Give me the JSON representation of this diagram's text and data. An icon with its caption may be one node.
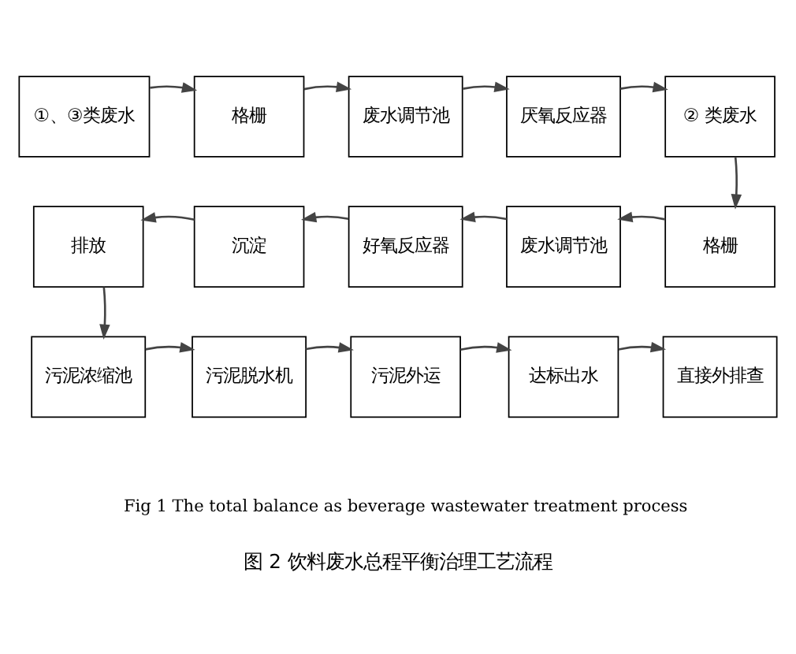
{
  "diagram": {
    "caption": "图 2 饮料废水总程平衡治理工艺流程",
    "nodes": [
      {
        "text": [
          "①、③类废水"
        ]
      },
      {
        "text": [
          "格栅"
        ]
      },
      {
        "text": [
          "废水调节池"
        ]
      },
      {
        "text": [
          "厌氧反应器"
        ]
      },
      {
        "text": [
          "② 类废水"
        ]
      },
      {
        "text": [
          "格栅"
        ]
      },
      {
        "text": [
          "废水调节池"
        ]
      },
      {
        "text": [
          "好氧反应器"
        ]
      },
      {
        "text": [
          "沉淀"
        ]
      },
      {
        "text": [
          "排放"
        ]
      },
      {
        "text": [
          "污泥浓缩池"
        ]
      },
      {
        "text": [
          "污泥脱水机"
        ]
      },
      {
        "text": [
          "污泥外运"
        ]
      },
      {
        "text": [
          "达标出水"
        ]
      },
      {
        "text": [
          "直接外排查"
        ]
      }
    ],
    "edges": [
      {
        "from": 0,
        "to": 1,
        "arrow": "to"
      },
      {
        "from": 1,
        "to": 2,
        "arrow": "to"
      },
      {
        "from": 2,
        "to": 3,
        "arrow": "to"
      },
      {
        "from": 3,
        "to": 4,
        "arrow": "to"
      },
      {
        "from": 4,
        "to": 5,
        "arrow": "to"
      },
      {
        "from": 5,
        "to": 6,
        "arrow": "to"
      },
      {
        "from": 6,
        "to": 7,
        "arrow": "to"
      },
      {
        "from": 7,
        "to": 8,
        "arrow": "to"
      },
      {
        "from": 8,
        "to": 9,
        "arrow": "to"
      },
      {
        "from": 9,
        "to": 10,
        "arrow": "to"
      },
      {
        "from": 10,
        "to": 11,
        "arrow": "to"
      },
      {
        "from": 11,
        "to": 12,
        "arrow": "to"
      },
      {
        "from": 12,
        "to": 13,
        "arrow": "to"
      },
      {
        "from": 13,
        "to": 14,
        "arrow": "to"
      }
    ],
    "labels": [
      "Fig 1 The total balance as beverage wastewater treatment process"
    ]
  }
}
